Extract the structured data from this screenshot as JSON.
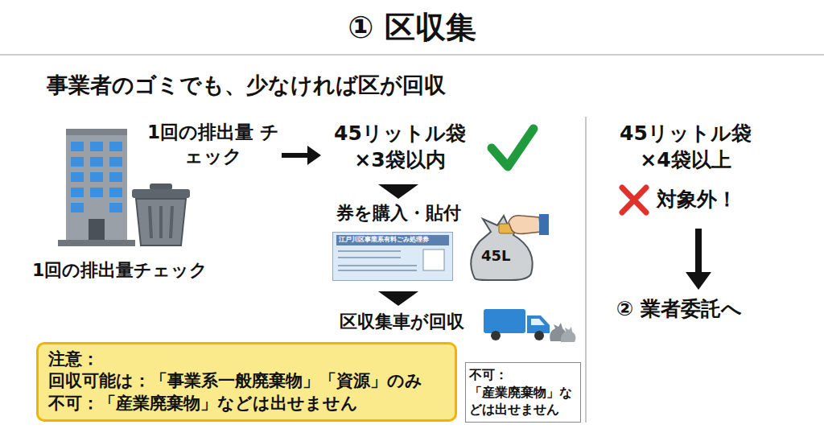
{
  "diagram": {
    "title": "① 区収集",
    "nodes": [
      {
        "text": [
          "江戸川区事業系有料ごみ処理券"
        ]
      },
      {
        "text": [
          "45L"
        ]
      },
      {
        "text": [
          "注意：",
          "回収可能は：「事業系一般廃棄物」「資源」のみ",
          "不可：「産業廃棄物」などは出せません"
        ]
      },
      {
        "text": [
          "不可：",
          "「産業廃棄物」な どは出せません"
        ]
      }
    ],
    "labels": [
      "事業者のゴミでも、少なければ区が回収",
      "1回の排出量 チェック",
      "45リットル袋 ×3袋以内",
      "券を購入・貼付",
      "区収集車が回収",
      "1回の排出量チェック",
      "45リットル袋 ×4袋以上",
      "対象外！",
      "② 業者委託へ"
    ]
  }
}
